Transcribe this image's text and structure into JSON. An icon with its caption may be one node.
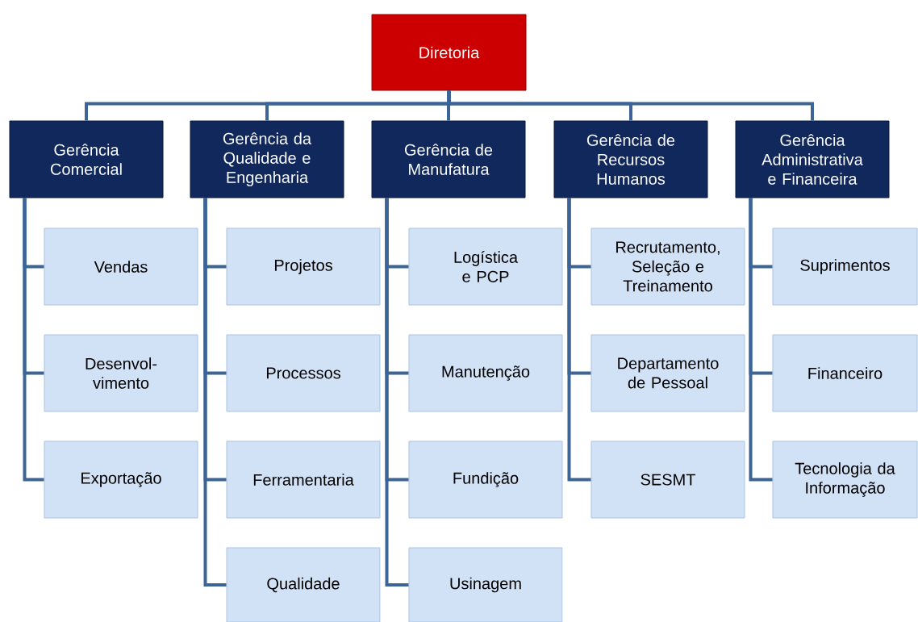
{
  "diagram": {
    "nodes": [
      {
        "text": [
          "Diretoria"
        ]
      },
      {
        "text": [
          "Gerência Comercial"
        ]
      },
      {
        "text": [
          "Gerência da Qualidade e Engenharia"
        ]
      },
      {
        "text": [
          "Gerência de Manufatura"
        ]
      },
      {
        "text": [
          "Gerência de Recursos Humanos"
        ]
      },
      {
        "text": [
          "Gerência Administrativa e Financeira"
        ]
      },
      {
        "text": [
          "Vendas"
        ]
      },
      {
        "text": [
          "Desenvol- vimento"
        ]
      },
      {
        "text": [
          "Exportação"
        ]
      },
      {
        "text": [
          "Projetos"
        ]
      },
      {
        "text": [
          "Processos"
        ]
      },
      {
        "text": [
          "Ferramentaria"
        ]
      },
      {
        "text": [
          "Qualidade"
        ]
      },
      {
        "text": [
          "Logística e PCP"
        ]
      },
      {
        "text": [
          "Manutenção"
        ]
      },
      {
        "text": [
          "Fundição"
        ]
      },
      {
        "text": [
          "Usinagem"
        ]
      },
      {
        "text": [
          "Recrutamento, Seleção e Treinamento"
        ]
      },
      {
        "text": [
          "Departamento de Pessoal"
        ]
      },
      {
        "text": [
          "SESMT"
        ]
      },
      {
        "text": [
          "Suprimentos"
        ]
      },
      {
        "text": [
          "Financeiro"
        ]
      },
      {
        "text": [
          "Tecnologia da Informação"
        ]
      }
    ],
    "edges": [
      {
        "from": 0,
        "to": 1,
        "arrow": "none"
      },
      {
        "from": 0,
        "to": 2,
        "arrow": "none"
      },
      {
        "from": 0,
        "to": 3,
        "arrow": "none"
      },
      {
        "from": 0,
        "to": 4,
        "arrow": "none"
      },
      {
        "from": 0,
        "to": 5,
        "arrow": "none"
      },
      {
        "from": 1,
        "to": 6,
        "arrow": "none"
      },
      {
        "from": 1,
        "to": 7,
        "arrow": "none"
      },
      {
        "from": 1,
        "to": 8,
        "arrow": "none"
      },
      {
        "from": 2,
        "to": 9,
        "arrow": "none"
      },
      {
        "from": 2,
        "to": 10,
        "arrow": "none"
      },
      {
        "from": 2,
        "to": 11,
        "arrow": "none"
      },
      {
        "from": 2,
        "to": 12,
        "arrow": "none"
      },
      {
        "from": 3,
        "to": 13,
        "arrow": "none"
      },
      {
        "from": 3,
        "to": 14,
        "arrow": "none"
      },
      {
        "from": 3,
        "to": 15,
        "arrow": "none"
      },
      {
        "from": 3,
        "to": 16,
        "arrow": "none"
      },
      {
        "from": 4,
        "to": 17,
        "arrow": "none"
      },
      {
        "from": 4,
        "to": 18,
        "arrow": "none"
      },
      {
        "from": 4,
        "to": 19,
        "arrow": "none"
      },
      {
        "from": 5,
        "to": 20,
        "arrow": "none"
      },
      {
        "from": 5,
        "to": 21,
        "arrow": "none"
      },
      {
        "from": 5,
        "to": 22,
        "arrow": "none"
      }
    ]
  }
}
